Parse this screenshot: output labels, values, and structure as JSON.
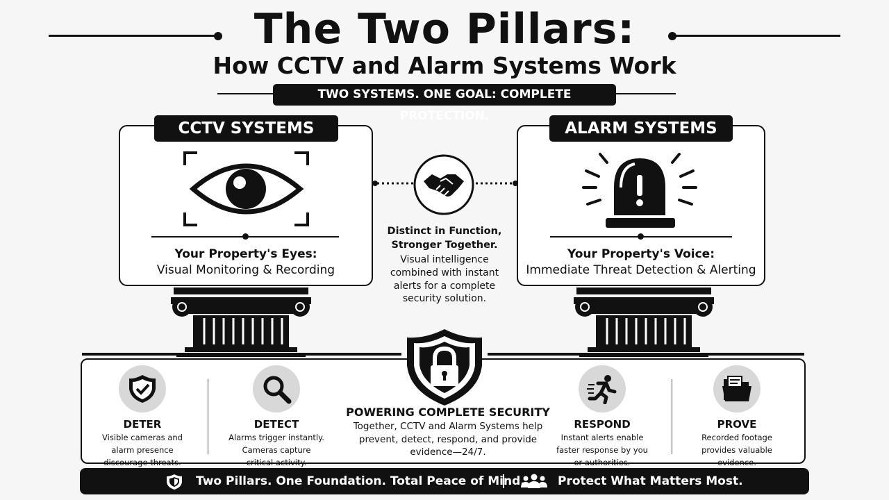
{
  "header": {
    "title": "The Two Pillars:",
    "subtitle": "How CCTV and Alarm Systems Work",
    "tagline": "TWO SYSTEMS. ONE GOAL: COMPLETE PROTECTION."
  },
  "cctv": {
    "label": "CCTV SYSTEMS",
    "heading": "Your Property's Eyes:",
    "description": "Visual Monitoring & Recording",
    "icon": "eye-icon"
  },
  "alarm": {
    "label": "ALARM SYSTEMS",
    "heading": "Your Property's Voice:",
    "description": "Immediate Threat Detection & Alerting",
    "icon": "alarm-beacon-icon"
  },
  "center": {
    "icon": "handshake-icon",
    "heading_line1": "Distinct in Function,",
    "heading_line2": "Stronger Together.",
    "body": [
      "Visual intelligence",
      "combined with instant",
      "alerts for a complete",
      "security solution."
    ]
  },
  "foundation": {
    "icon": "shield-lock-icon",
    "title": "POWERING COMPLETE SECURITY",
    "body": [
      "Together, CCTV and Alarm Systems help",
      "prevent, detect, respond, and provide",
      "evidence—24/7."
    ]
  },
  "benefits": [
    {
      "title": "DETER",
      "lines": [
        "Visible cameras and",
        "alarm presence",
        "discourage threats."
      ],
      "icon": "shield-check-icon"
    },
    {
      "title": "DETECT",
      "lines": [
        "Alarms trigger instantly.",
        "Cameras capture",
        "critical activity."
      ],
      "icon": "magnifier-icon"
    },
    {
      "title": "RESPOND",
      "lines": [
        "Instant alerts enable",
        "faster response by you",
        "or authorities."
      ],
      "icon": "running-person-icon"
    },
    {
      "title": "PROVE",
      "lines": [
        "Recorded footage",
        "provides valuable",
        "evidence."
      ],
      "icon": "folder-icon"
    }
  ],
  "footer": {
    "left_text": "Two Pillars. One Foundation. Total Peace of Mind.",
    "right_text": "Protect What Matters Most.",
    "left_icon": "shield-icon",
    "right_icon": "people-icon"
  },
  "colors": {
    "ink": "#111111",
    "background": "#f6f6f6",
    "icon_circle": "#d8d8d8"
  }
}
